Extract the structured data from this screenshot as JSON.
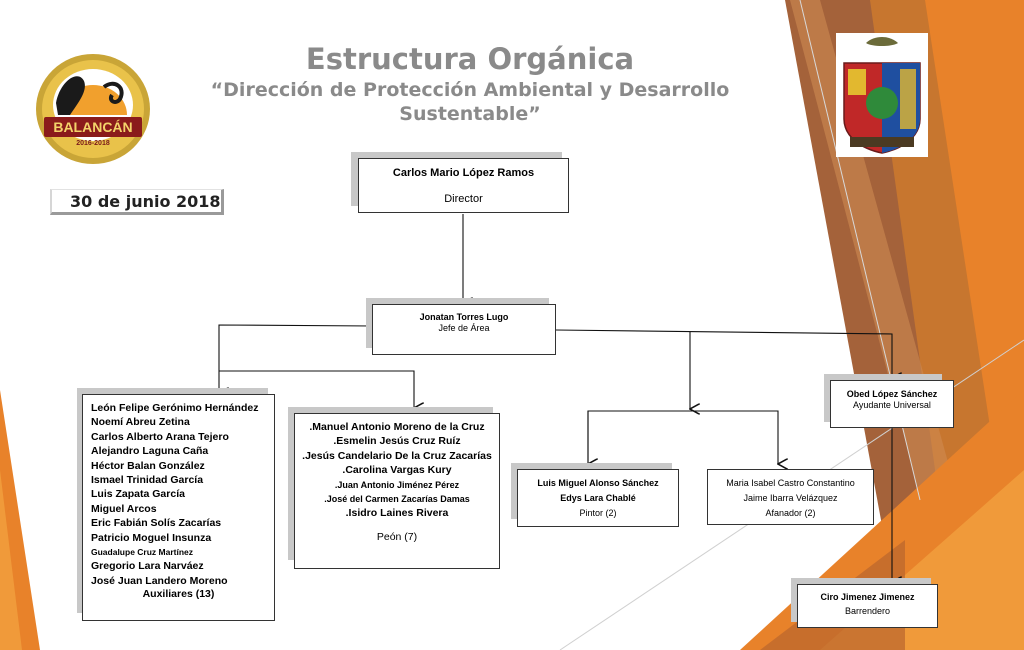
{
  "header": {
    "title": "Estructura Orgánica",
    "subtitle_line1": "“Dirección de Protección Ambiental y Desarrollo",
    "subtitle_line2": "Sustentable”"
  },
  "date_label": "30 de junio 2018",
  "logo_left": {
    "text": "BALANCÁN",
    "years": "2016-2018"
  },
  "colors": {
    "orange": "#e8822a",
    "brown": "#9c5a32",
    "title_gray": "#8a8a8a"
  },
  "director": {
    "name": "Carlos Mario López Ramos",
    "role": "Director"
  },
  "area_head": {
    "name": "Jonatan Torres Lugo",
    "role": "Jefe de Área"
  },
  "auxiliares": {
    "members": [
      "León Felipe Gerónimo Hernández",
      "Noemí Abreu Zetina",
      "Carlos Alberto Arana Tejero",
      "Alejandro Laguna Caña",
      "Héctor Balan González",
      "Ismael Trinidad García",
      "Luis Zapata García",
      "Miguel Arcos",
      "Eric Fabián Solís Zacarías",
      "Patricio Moguel Insunza",
      "Guadalupe Cruz Martínez",
      "Gregorio Lara Narváez",
      "José Juan Landero Moreno"
    ],
    "footer": "Auxiliares (13)"
  },
  "peones": {
    "members": [
      ".Manuel Antonio Moreno de la Cruz",
      ".Esmelin Jesús Cruz Ruíz",
      ".Jesús Candelario De la Cruz Zacarías",
      ".Carolina Vargas Kury",
      ".Juan Antonio Jiménez Pérez",
      ".José del Carmen Zacarías Damas",
      ".Isidro Laines Rivera"
    ],
    "footer": "Peón (7)"
  },
  "pintores": {
    "members": [
      "Luis Miguel Alonso Sánchez",
      "Edys Lara Chablé"
    ],
    "footer": "Pintor (2)"
  },
  "afanadores": {
    "members": [
      "Maria Isabel Castro Constantino",
      "Jaime Ibarra Velázquez"
    ],
    "footer": "Afanador (2)"
  },
  "ayudante": {
    "name": "Obed López Sánchez",
    "role": "Ayudante Universal"
  },
  "barrendero": {
    "name": "Ciro Jimenez Jimenez",
    "role": "Barrendero"
  }
}
